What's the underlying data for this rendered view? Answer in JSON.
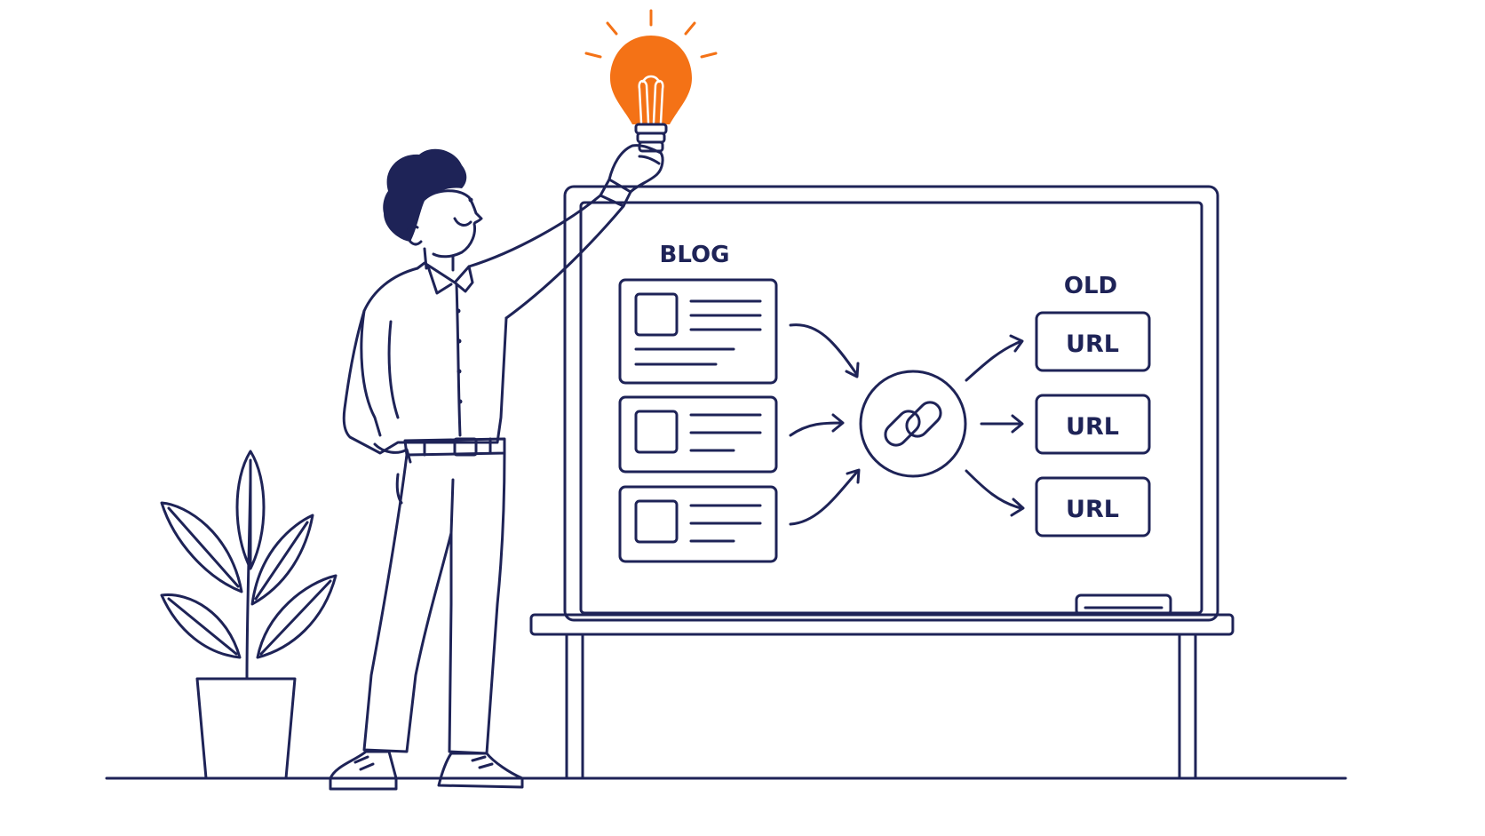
{
  "board": {
    "blog_label": "BLOG",
    "old_label": "OLD",
    "url_labels": [
      "URL",
      "URL",
      "URL"
    ]
  },
  "icons": {
    "bulb": "lightbulb-icon",
    "link": "chain-link-icon"
  },
  "colors": {
    "ink": "#1e2357",
    "bulb": "#f47216",
    "background": "#ffffff"
  }
}
